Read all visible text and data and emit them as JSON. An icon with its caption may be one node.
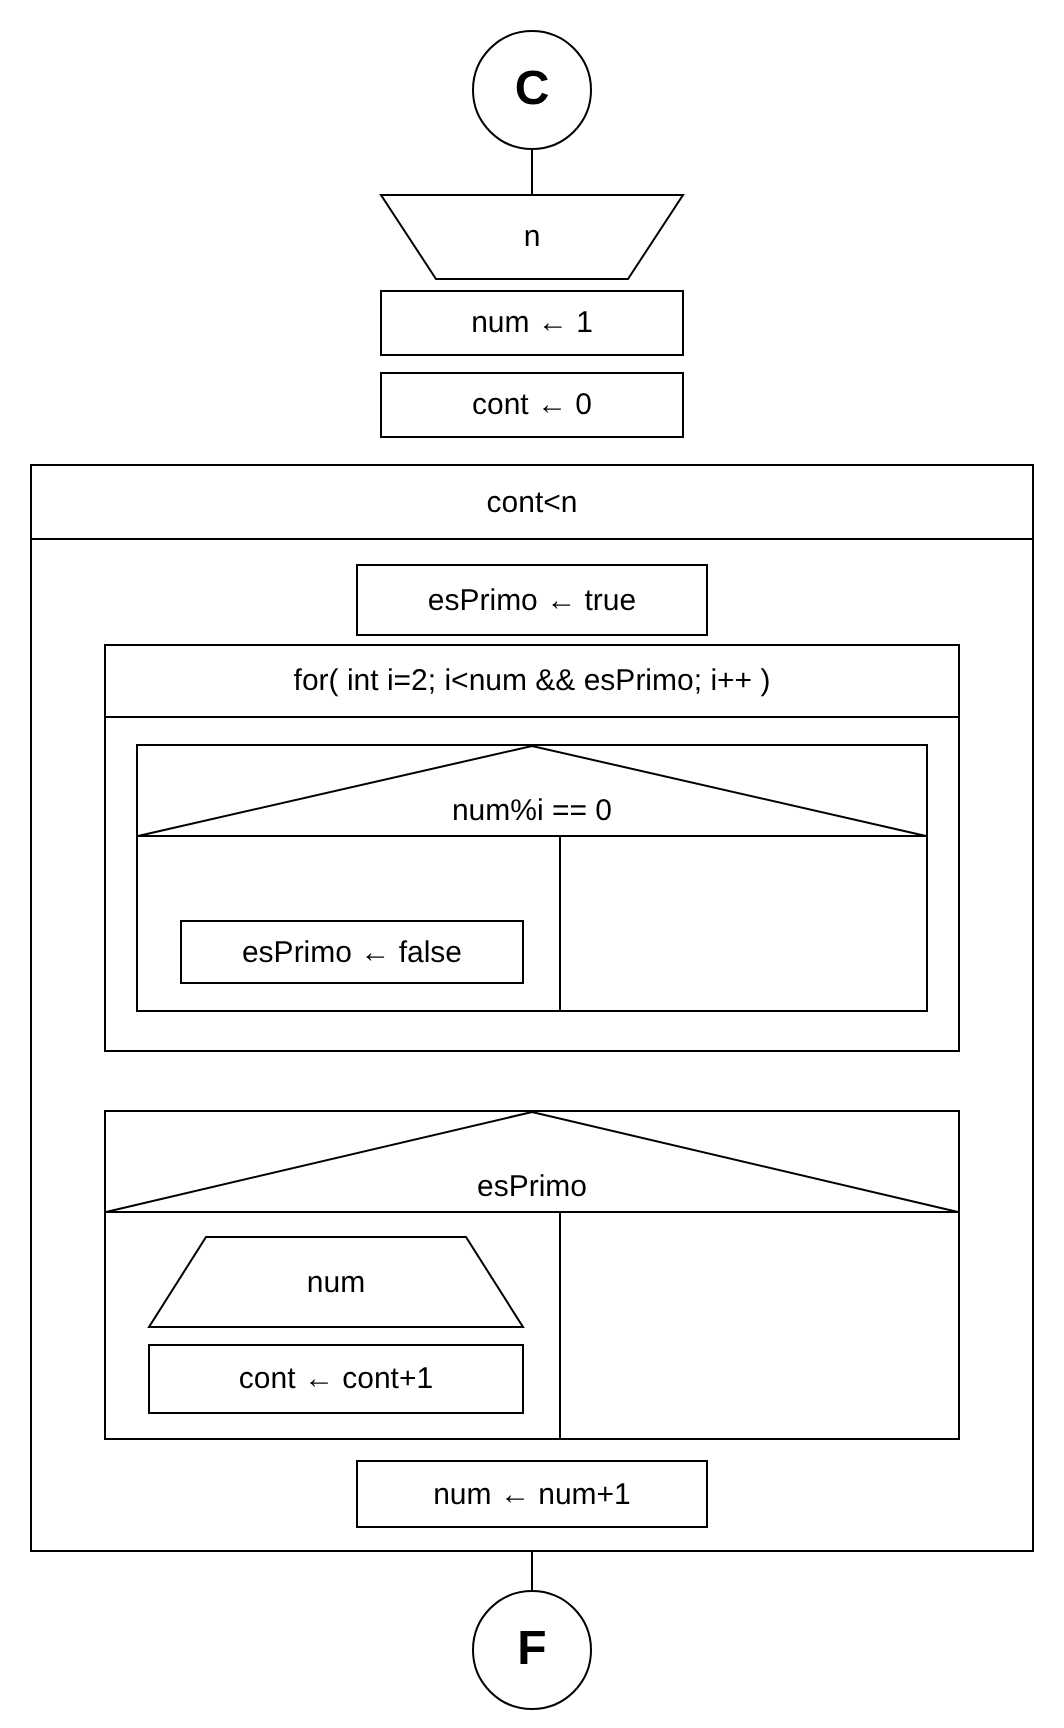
{
  "diagram": {
    "nodes": [
      {
        "text": [
          "C"
        ]
      },
      {
        "text": [
          "n"
        ]
      },
      {
        "text": [
          "num ← 1"
        ]
      },
      {
        "text": [
          "cont ← 0"
        ]
      },
      {
        "text": [
          "cont<n"
        ]
      },
      {
        "text": [
          "esPrimo ← true"
        ],
        "in": 4
      },
      {
        "text": [
          "for( int i=2; i<num && esPrimo; i++ )"
        ],
        "in": 4
      },
      {
        "text": [
          "num%i == 0"
        ],
        "in": 6
      },
      {
        "text": [
          "esPrimo ← false"
        ],
        "in": 7
      },
      {
        "text": [
          "esPrimo"
        ],
        "in": 4
      },
      {
        "text": [
          "num"
        ],
        "in": 9
      },
      {
        "text": [
          "cont ← cont+1"
        ],
        "in": 9
      },
      {
        "text": [
          "num ← num+1"
        ],
        "in": 4
      },
      {
        "text": [
          "F"
        ]
      }
    ],
    "edges": [
      {
        "from": 0,
        "to": 1,
        "arrow": "none"
      },
      {
        "from": 4,
        "to": 13,
        "arrow": "none"
      }
    ]
  }
}
